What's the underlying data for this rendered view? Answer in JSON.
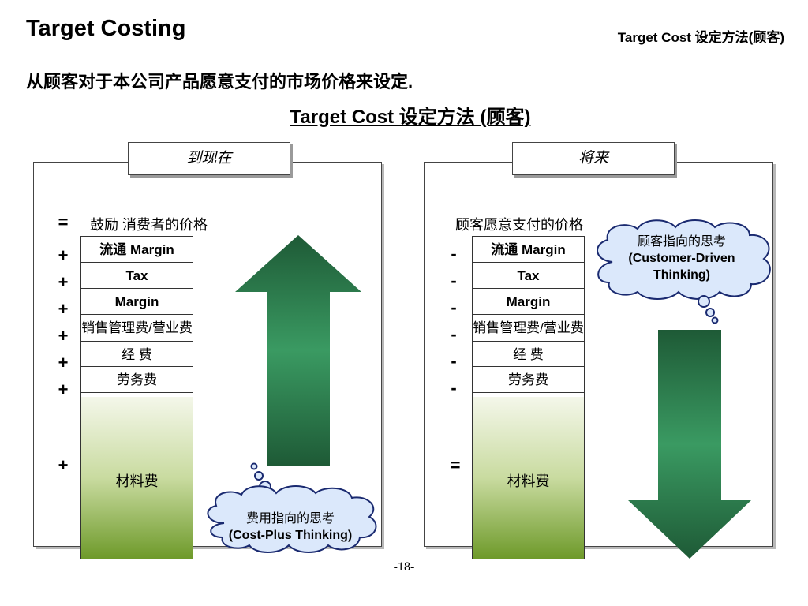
{
  "header": {
    "title": "Target Costing",
    "corner_label": "Target Cost 设定方法(顾客)",
    "subtitle": "从顾客对于本公司产品愿意支付的市场价格来设定.",
    "center_title": "Target Cost 设定方法 (顾客)"
  },
  "left_panel": {
    "header": "到现在",
    "top_sign": "=",
    "top_label": "鼓励 消费者的价格",
    "signs": [
      "+",
      "+",
      "+",
      "+",
      "+",
      "+"
    ],
    "rows": [
      "流通 Margin",
      "Tax",
      "Margin",
      "销售管理费/营业费",
      "经 费",
      "劳务费"
    ],
    "material_sign": "+",
    "material_label": "材料费",
    "cloud_line1": "费用指向的思考",
    "cloud_line2": "(Cost-Plus Thinking)"
  },
  "right_panel": {
    "header": "将来",
    "top_label": "顾客愿意支付的价格",
    "signs": [
      "-",
      "-",
      "-",
      "-",
      "-",
      "-"
    ],
    "rows": [
      "流通 Margin",
      "Tax",
      "Margin",
      "销售管理费/营业费",
      "经 费",
      "劳务费"
    ],
    "material_sign": "=",
    "material_label": "材料费",
    "cloud_line1": "顾客指向的思考",
    "cloud_line2": "(Customer-Driven",
    "cloud_line3": "Thinking)"
  },
  "footer": {
    "page_number": "-18-"
  },
  "colors": {
    "arrow_dark": "#1e5a36",
    "arrow_light": "#3a9a62",
    "cloud_fill": "#dbe8fb",
    "cloud_stroke": "#1a2a70",
    "material_bottom": "#6e9a2a"
  }
}
